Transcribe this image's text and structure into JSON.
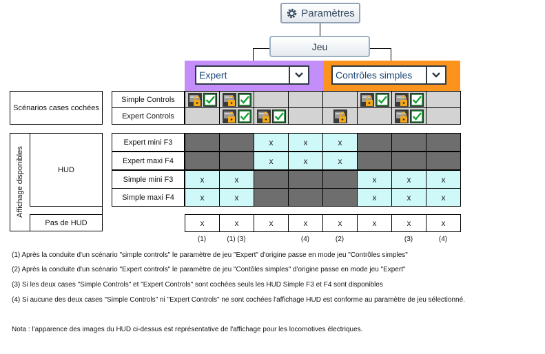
{
  "header": {
    "params_label": "Paramètres",
    "jeu_label": "Jeu"
  },
  "panels": {
    "expert_select_value": "Expert",
    "simple_select_value": "Contrôles simples",
    "expert_color": "#c38ef9",
    "simple_color": "#fb931d"
  },
  "scenarios": {
    "group_label": "Scénarios cases cochées",
    "rows": [
      {
        "label": "Simple Controls",
        "cells": [
          "icons",
          "icons",
          "light",
          "light",
          "light",
          "icons",
          "icons",
          "light"
        ]
      },
      {
        "label": "Expert Controls",
        "cells": [
          "light",
          "icons",
          "icons",
          "light",
          "lock",
          "light",
          "icons",
          "light"
        ]
      }
    ]
  },
  "affichage": {
    "vertical_label": "Affichage disponibles",
    "hud_label": "HUD",
    "rows": [
      {
        "label": "Expert mini F3",
        "cells": [
          "dark",
          "dark",
          "x",
          "x",
          "x",
          "dark",
          "dark",
          "dark"
        ]
      },
      {
        "label": "Expert maxi F4",
        "cells": [
          "dark",
          "dark",
          "x",
          "x",
          "x",
          "dark",
          "dark",
          "dark"
        ]
      },
      {
        "label": "Simple mini F3",
        "cells": [
          "x",
          "x",
          "dark",
          "dark",
          "dark",
          "x",
          "x",
          "x"
        ]
      },
      {
        "label": "Simple maxi F4",
        "cells": [
          "x",
          "x",
          "dark",
          "dark",
          "dark",
          "x",
          "x",
          "x"
        ]
      }
    ],
    "pas_hud_label": "Pas de HUD",
    "pas_hud_cells": [
      "x",
      "x",
      "x",
      "x",
      "x",
      "x",
      "x",
      "x"
    ]
  },
  "x_text": "x",
  "column_notes": [
    "(1)",
    "(1) (3)",
    "",
    "(4)",
    "(2)",
    "",
    "(3)",
    "(4)"
  ],
  "notes": [
    "(1) Après la conduite d'un scénario \"simple controls\" le paramètre de jeu \"Expert\" d'origine passe en mode jeu \"Contrôles simples\"",
    "(2) Après la conduite d'un scénario \"Expert controls\" le paramètre de jeu \"Contôles simples\" d'origine passe en mode jeu \"Expert\"",
    "(3) Si les deux cases \"Simple Controls\" et \"Expert Controls\" sont cochées seuls les HUD Simple F3 et F4 sont disponibles",
    "(4) Si aucune des deux cases \"Simple Controls\" ni \"Expert Controls\" ne sont cochées l'affichage HUD est conforme au paramètre de jeu sélectionné."
  ],
  "nota": "Nota : l'apparence des images du HUD ci-dessus est représentative de l'affichage pour les locomotives électriques."
}
